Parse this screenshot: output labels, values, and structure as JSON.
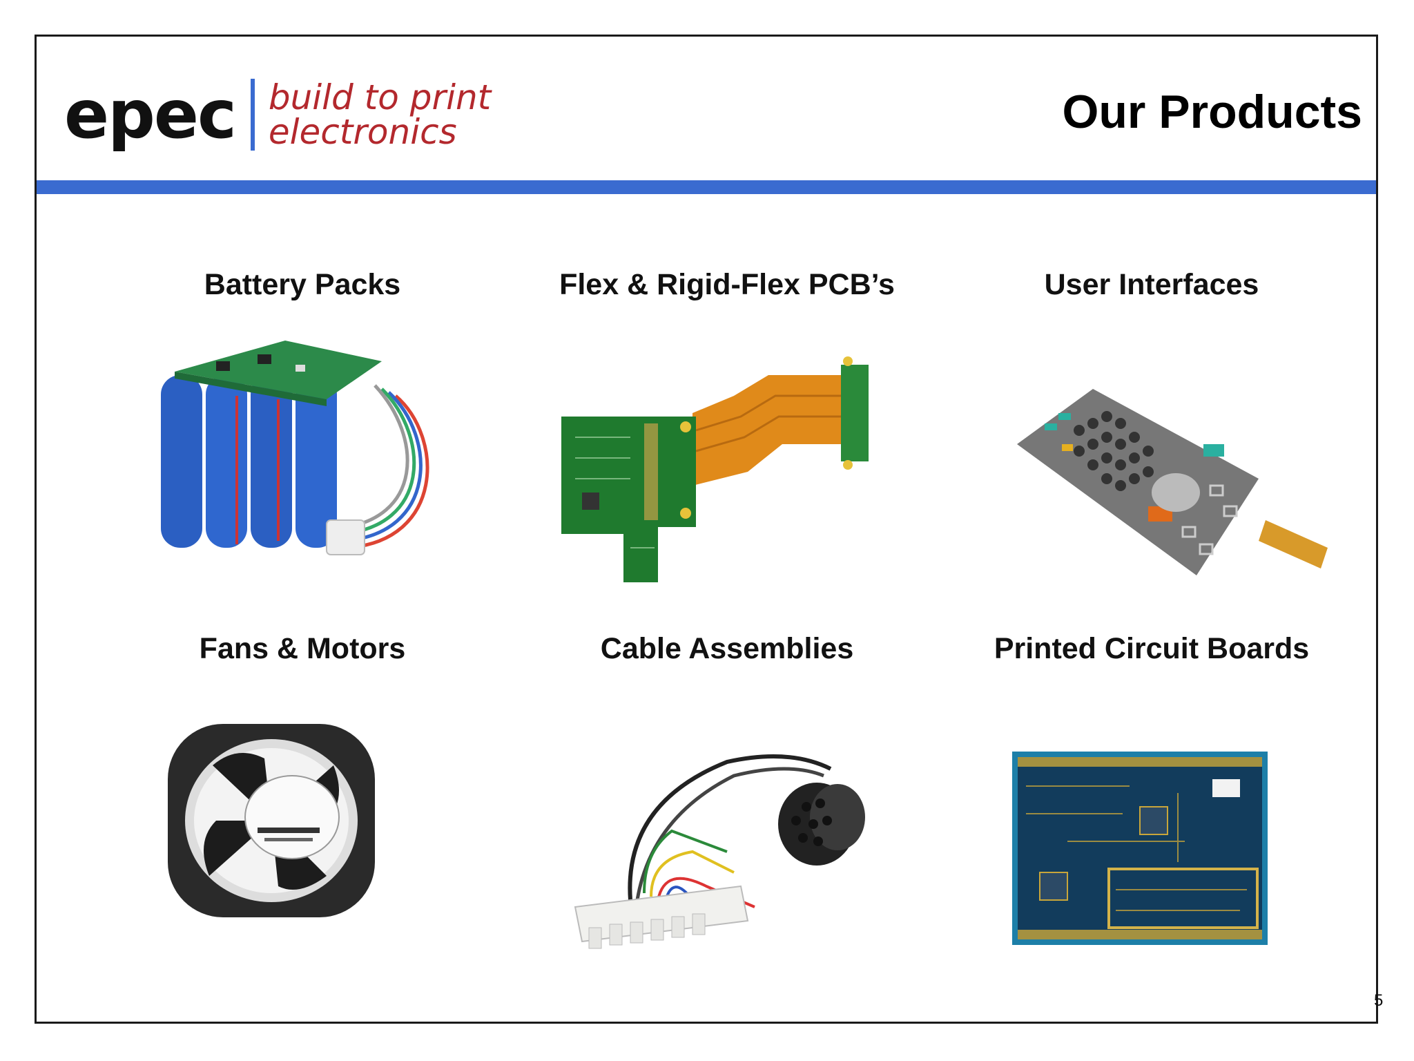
{
  "logo": {
    "word": "epec",
    "tagline_1": "build to print",
    "tagline_2": "electronics"
  },
  "title": "Our Products",
  "products": [
    {
      "label": "Battery Packs",
      "image": "battery-pack-image"
    },
    {
      "label": "Flex & Rigid-Flex PCB’s",
      "image": "flex-pcb-image"
    },
    {
      "label": "User Interfaces",
      "image": "keypad-image"
    },
    {
      "label": "Fans & Motors",
      "image": "fan-image"
    },
    {
      "label": "Cable Assemblies",
      "image": "cable-assembly-image"
    },
    {
      "label": "Printed Circuit Boards",
      "image": "pcb-image"
    }
  ],
  "colors": {
    "accent": "#3a6bd0",
    "tagline": "#b3282d"
  },
  "page_number": "5"
}
